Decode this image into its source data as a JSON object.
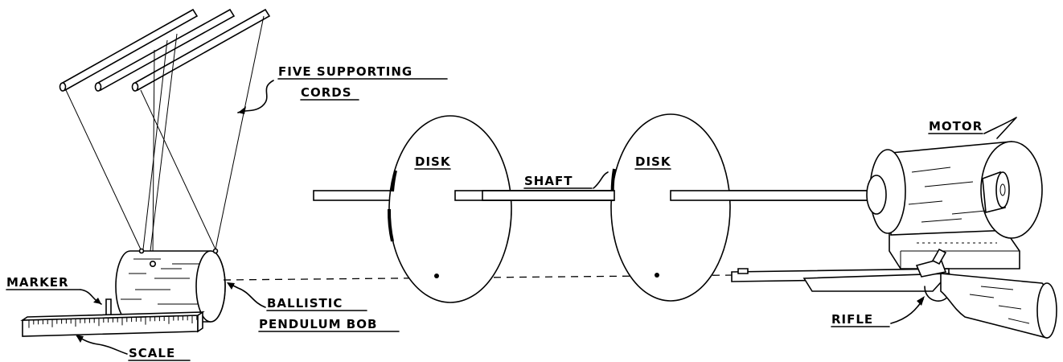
{
  "labels": {
    "five_supporting": "FIVE SUPPORTING",
    "cords": "CORDS",
    "motor": "MOTOR",
    "disk_left": "DISK",
    "disk_right": "DISK",
    "shaft": "SHAFT",
    "marker": "MARKER",
    "ballistic": "BALLISTIC",
    "pendulum_bob": "PENDULUM BOB",
    "rifle": "RIFLE",
    "scale": "SCALE"
  }
}
